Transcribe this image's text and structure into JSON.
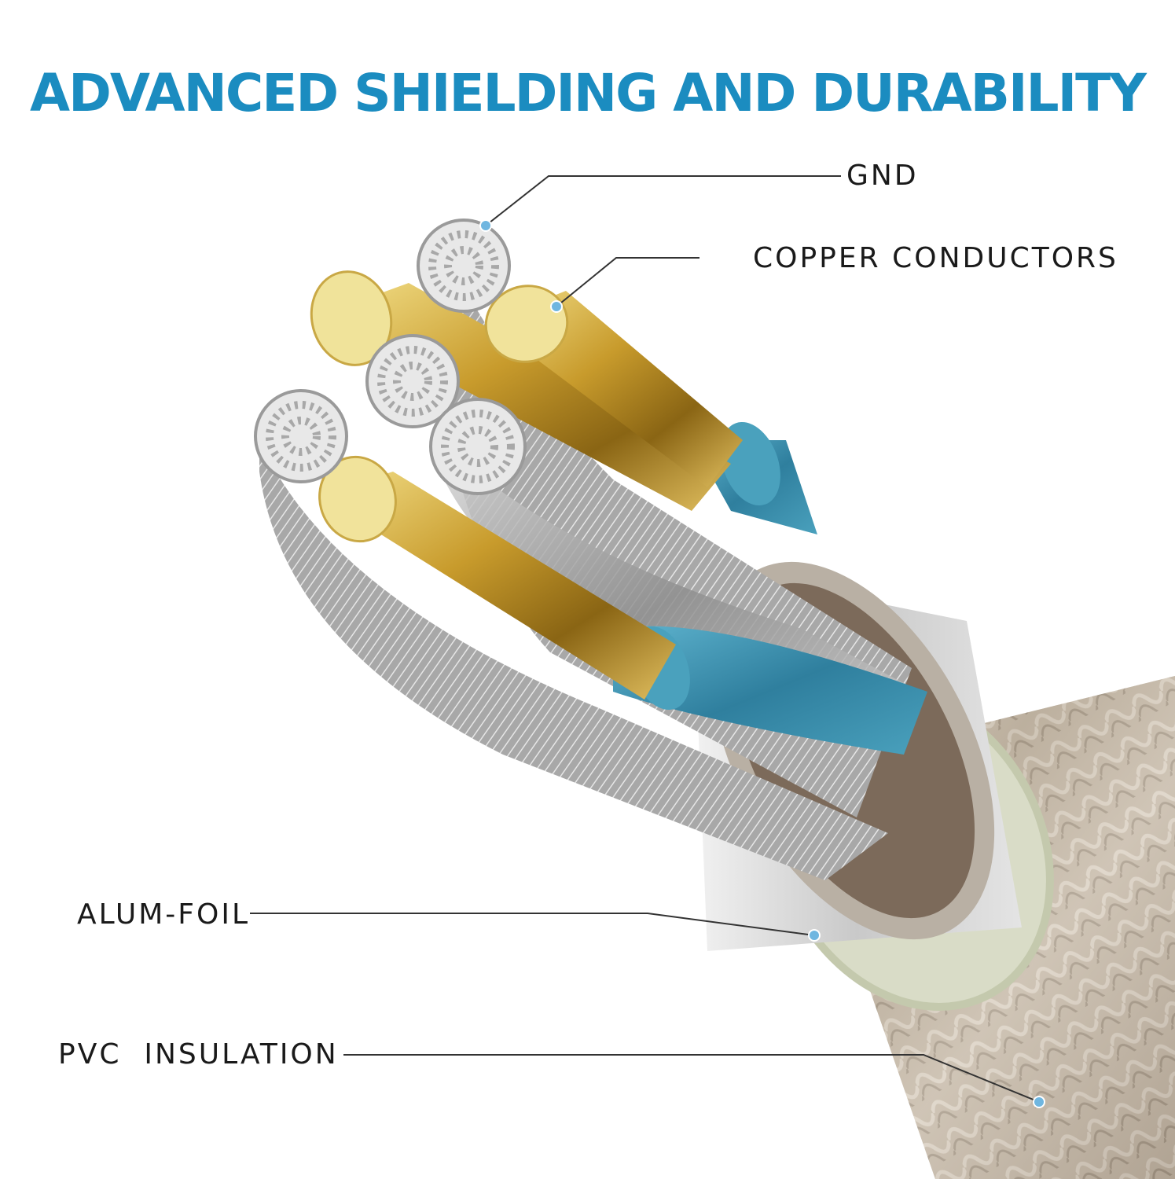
{
  "title": "ADVANCED SHIELDING AND DURABILITY",
  "colors": {
    "title": "#1b8cc0",
    "callout_dot": "#6fb6e0",
    "leader_line": "#333333",
    "copper_gold": "#d9b24a",
    "braid_silver": "#b8b8b8",
    "inner_jacket_blue": "#3d8fae",
    "foil_silver": "#d6d6d6",
    "outer_pvc": "#c9bfb3"
  },
  "callouts": {
    "gnd": "GND",
    "copper": "COPPER CONDUCTORS",
    "foil": "ALUM-FOIL",
    "pvc": "PVC  INSULATION"
  },
  "icons": {
    "cable": "cable-cross-section-illustration"
  }
}
